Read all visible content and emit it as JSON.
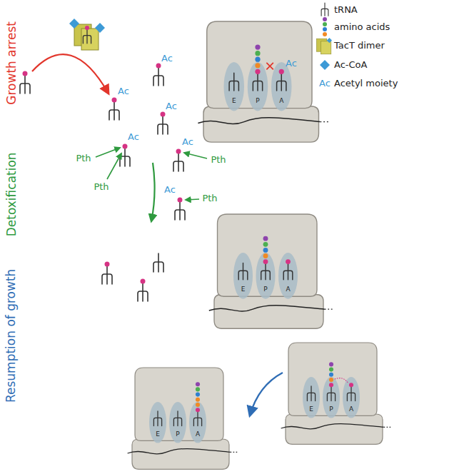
{
  "diagram": {
    "labels": [
      "Growth arrest",
      "Detoxification",
      "Resumption of growth",
      "Ac",
      "Ac",
      "Ac",
      "Ac",
      "Ac",
      "E",
      "P",
      "A",
      "Ac",
      "Pth",
      "Pth",
      "Ac",
      "Pth",
      "Ac",
      "Pth",
      "E",
      "P",
      "A",
      "E",
      "P",
      "A",
      "E",
      "P",
      "A"
    ],
    "legend": [
      {
        "text": "tRNA"
      },
      {
        "text": "amino acids"
      },
      {
        "text": "TacT dimer"
      },
      {
        "text": "Ac-CoA"
      },
      {
        "text": "Acetyl moiety"
      }
    ]
  }
}
